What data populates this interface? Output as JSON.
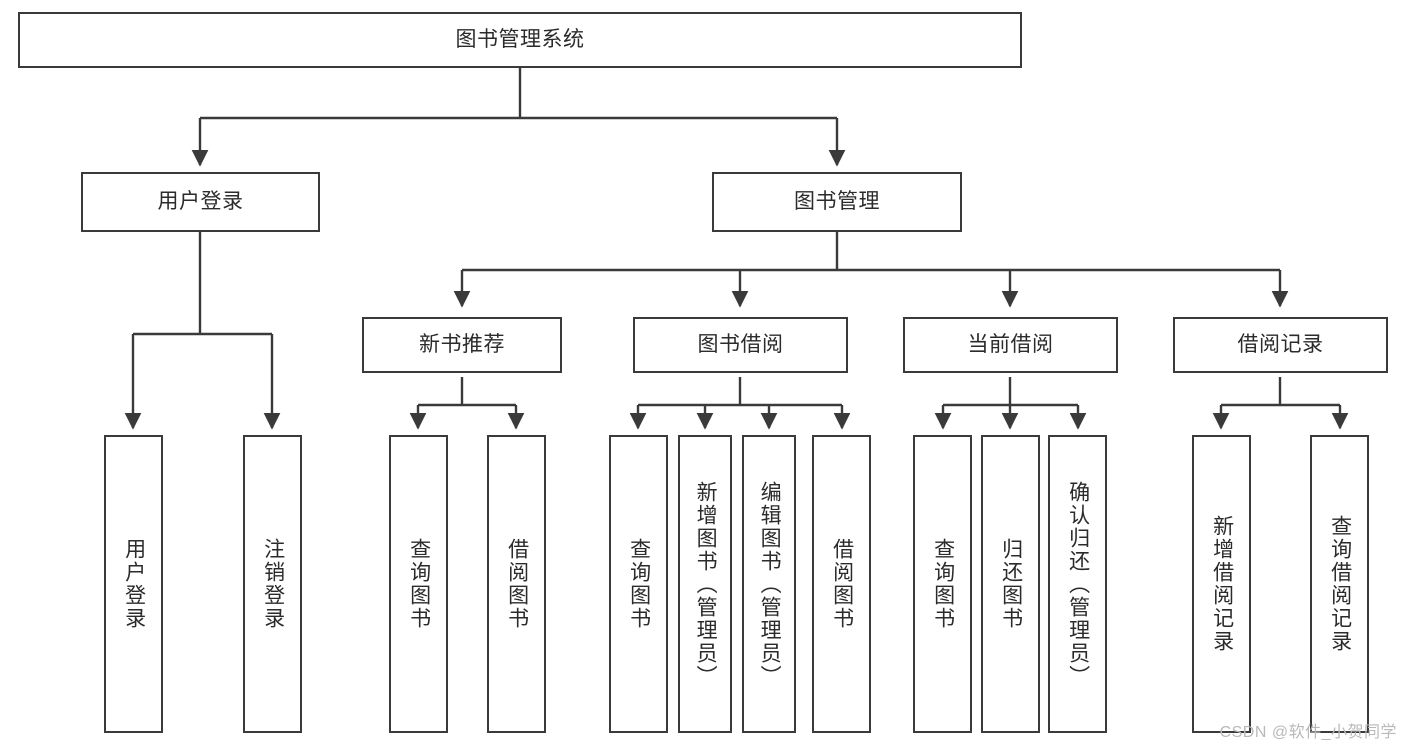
{
  "diagram": {
    "title": "图书管理系统",
    "watermark": "CSDN @软件_小贺同学",
    "stroke_color": "#3a3a3a",
    "text_color": "#2b2b2b",
    "background_color": "#ffffff",
    "watermark_color": "#b9b9b9"
  },
  "nodes": {
    "root": {
      "label": "图书管理系统"
    },
    "level1": [
      {
        "label": "用户登录"
      },
      {
        "label": "图书管理"
      }
    ],
    "level2": [
      {
        "label": "新书推荐"
      },
      {
        "label": "图书借阅"
      },
      {
        "label": "当前借阅"
      },
      {
        "label": "借阅记录"
      }
    ],
    "leaves_user_login": [
      {
        "label": "用户登录"
      },
      {
        "label": "注销登录"
      }
    ],
    "leaves_new_book": [
      {
        "label": "查询图书"
      },
      {
        "label": "借阅图书"
      }
    ],
    "leaves_borrow": [
      {
        "label": "查询图书"
      },
      {
        "label": "新增图书（管理员）"
      },
      {
        "label": "编辑图书（管理员）"
      },
      {
        "label": "借阅图书"
      }
    ],
    "leaves_current": [
      {
        "label": "查询图书"
      },
      {
        "label": "归还图书"
      },
      {
        "label": "确认归还（管理员）"
      }
    ],
    "leaves_records": [
      {
        "label": "新增借阅记录"
      },
      {
        "label": "查询借阅记录"
      }
    ]
  }
}
